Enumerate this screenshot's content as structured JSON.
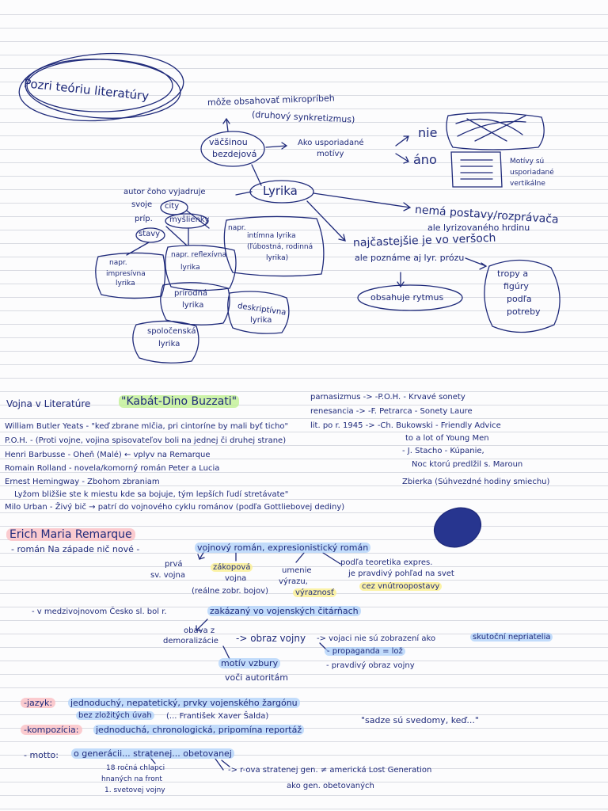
{
  "mindmap": {
    "title": "Pozri teóriu literatúry",
    "center": "Lyrika",
    "top_note": "môže obsahovať mikropríbeh",
    "top_note_2": "(druhový synkretizmus)",
    "node_bezdejova_1": "väčšinou",
    "node_bezdejova_2": "bezdejová",
    "node_motivy_1": "Ako usporiadané",
    "node_motivy_2": "motívy",
    "nie": "nie",
    "ano": "áno",
    "motivy_note_1": "Motívy sú",
    "motivy_note_2": "usporiadané",
    "motivy_note_3": "vertikálne",
    "nema_postavy": "nemá postavy/rozprávača",
    "lyr_hrdina": "ale lyrizovaného hrdinu",
    "najcastejsie_1": "najčastejšie je vo veršoch",
    "najcastejsie_2": "ale poznáme aj lyr. prózu",
    "rytmus": "obsahuje rytmus",
    "tropy_1": "tropy a",
    "tropy_2": "figúry",
    "tropy_3": "podľa",
    "tropy_4": "potreby",
    "autor_1": "autor čoho vyjadruje",
    "autor_2": "svoje",
    "city": "city",
    "myslienky": "myšlienky",
    "postoje_prefix": "príp.",
    "stavy": "stavy",
    "intimna_1": "napr.",
    "intimna_2": "intímna lyrika",
    "intimna_3": "(ľúbostná, rodinná",
    "intimna_4": "lyrika)",
    "impresivna_1": "napr.",
    "impresivna_2": "impresívna",
    "impresivna_3": "lyrika",
    "reflexivna_1": "napr. reflexívna",
    "reflexivna_2": "lyrika",
    "prirodna_1": "prírodná",
    "prirodna_2": "lyrika",
    "deskriptivna_1": "deskriptívna",
    "deskriptivna_2": "lyrika",
    "spolocenska_1": "spoločenská",
    "spolocenska_2": "lyrika"
  },
  "war": {
    "heading": "Vojna v Literatúre",
    "kabat": "\"Kabát-Dino Buzzati\"",
    "bullets": [
      "William Butler Yeats - \"keď zbrane mlčia, pri cintoríne by mali byť ticho\"",
      "P.O.H. - (Proti vojne, vojina spisovateľov boli na jednej či druhej strane)",
      "Henri Barbusse - Oheň (Malé) ← vplyv na Remarque",
      "Romain Rolland - novela/komorný román Peter a Lucia",
      "Ernest Hemingway - Zbohom zbraniam",
      "Lyžom bližšie ste k miestu kde sa bojuje, tým lepších ľudí stretávate\"",
      "Milo Urban - Živý bič → patrí do vojnového cyklu románov (podľa Gottliebovej dediny)"
    ],
    "right_col": [
      "parnasizmus -> -P.O.H. - Krvavé sonety",
      "renesancia -> -F. Petrarca - Sonety Laure",
      "lit. po r. 1945 -> -Ch. Bukowski - Friendly Advice",
      "to a lot of Young Men",
      "- J. Stacho - Kúpanie,",
      "Noc ktorú predlžil s. Maroun",
      "Zbierka (Súhvezdné hodiny smiechu)"
    ]
  },
  "remarque": {
    "name": "Erich Maria Remarque",
    "roman_prefix": "- román Na západe nič nové -",
    "genre": "vojnový román, expresionistický román",
    "prva_1": "prvá",
    "prva_2": "sv. vojna",
    "zakopova_1": "zákopová",
    "zakopova_2": "vojna",
    "zakopova_3": "(reálne zobr. bojov)",
    "umenie_1": "umenie",
    "umenie_2": "výrazu,",
    "vyraznost": "výraznosť",
    "teoreticke_1": "podľa teoretika expres.",
    "teoreticke_2": "je pravdivý pohľad na svet",
    "vnutroposta": "cez vnútroopostavy",
    "zakaz_prefix": "- v medzivojnovom Česko sl. bol r.",
    "zakaz": "zakázaný vo vojenských čitárňach",
    "obavu_1": "obava z",
    "obavu_2": "demoralizácie",
    "obraz": "-> obraz vojny",
    "vojaci": "-> vojaci nie sú zobrazení ako",
    "skutocni": "skutoční nepriatelia",
    "propaganda": "- propaganda = lož",
    "pravdivy": "- pravdivý obraz vojny",
    "motiv_1": "motív vzbury",
    "motiv_2": "voči autoritám"
  },
  "style_notes": {
    "jazyk_label": "-jazyk:",
    "jazyk_1": "jednoduchý, nepatetický, prvky vojenského žargónu",
    "jazyk_2": "bez zložitých úvah",
    "jazyk_3": "(... František Xaver Šalda)",
    "kompozicia_label": "-kompozícia:",
    "kompozicia": "jednoduchá, chronologická, pripomína reportáž",
    "quote": "\"sadze sú svedomy, keď...\"",
    "motto_label": "- motto:",
    "motto": "o generácii... stratenej... obetovanej",
    "motto_2": "18 ročná chlapci",
    "motto_3": "hnaných na front",
    "motto_4": "1. svetovej vojny",
    "motto_5": "-> r-ova stratenej gen. ≠ americká Lost Generation",
    "motto_6": "ako gen. obetovaných"
  }
}
